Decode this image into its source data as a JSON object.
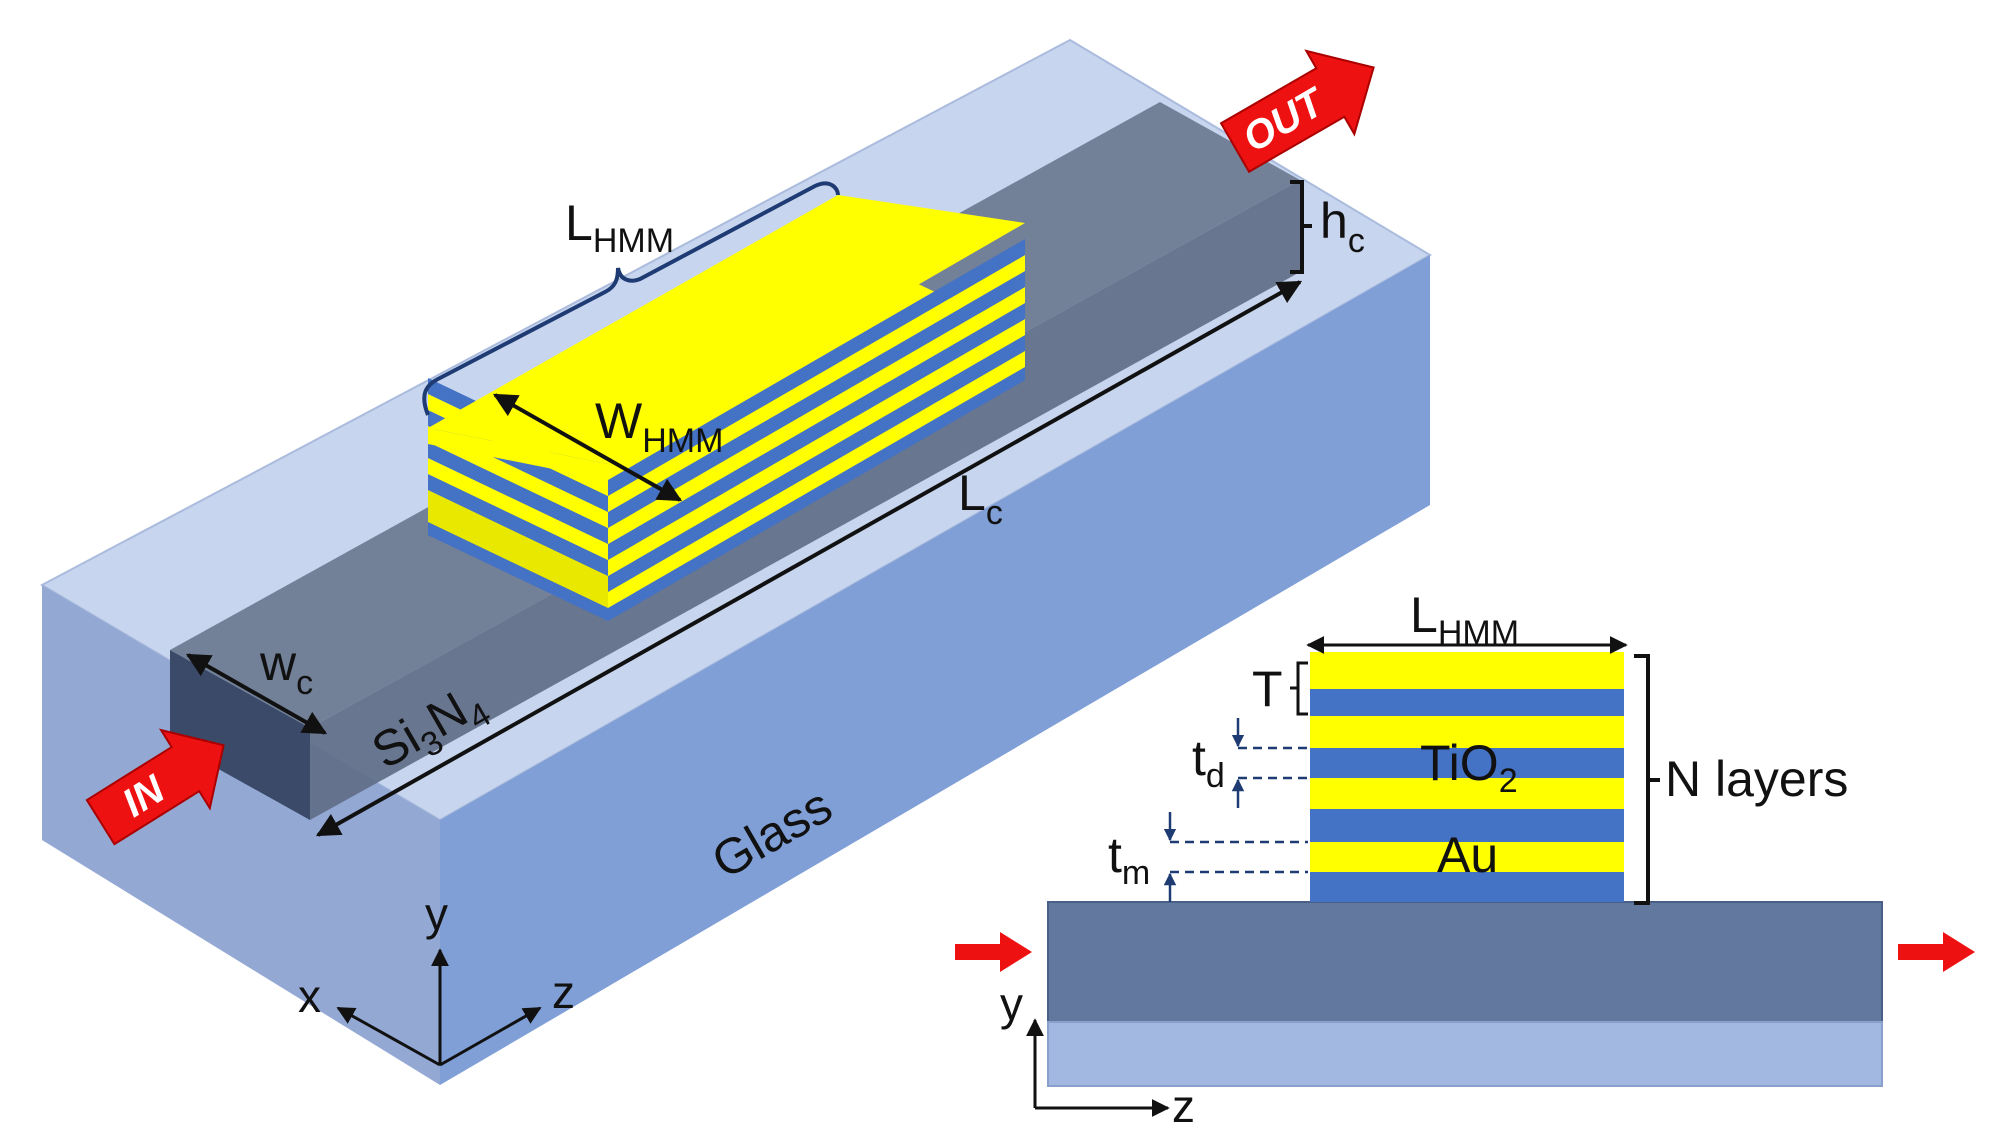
{
  "colors": {
    "glass_top": "#c7d5ee",
    "glass_front": "#7f9fd6",
    "glass_side": "#93a9d4",
    "core": "#6a7890",
    "gold": "#ffff00",
    "tio2": "#4472c4",
    "arrow": "#ee1111",
    "bracket": "#1f3b73"
  },
  "main_view": {
    "l_hmm": {
      "main": "L",
      "sub": "HMM"
    },
    "w_hmm": {
      "main": "W",
      "sub": "HMM"
    },
    "l_c": {
      "main": "L",
      "sub": "c"
    },
    "h_c": {
      "main": "h",
      "sub": "c"
    },
    "w_c": {
      "main": "w",
      "sub": "c"
    },
    "core_material": {
      "p1": "Si",
      "s1": "3",
      "p2": "N",
      "s2": "4"
    },
    "substrate": "Glass",
    "in_label": "IN",
    "out_label": "OUT",
    "axes": {
      "x": "x",
      "y": "y",
      "z": "z"
    }
  },
  "cross_section": {
    "l_hmm": {
      "main": "L",
      "sub": "HMM"
    },
    "period": "T",
    "t_d": {
      "main": "t",
      "sub": "d"
    },
    "t_m": {
      "main": "t",
      "sub": "m"
    },
    "dielectric": {
      "main": "TiO",
      "sub": "2"
    },
    "metal": "Au",
    "n_layers": "N layers",
    "axes": {
      "y": "y",
      "z": "z"
    }
  }
}
